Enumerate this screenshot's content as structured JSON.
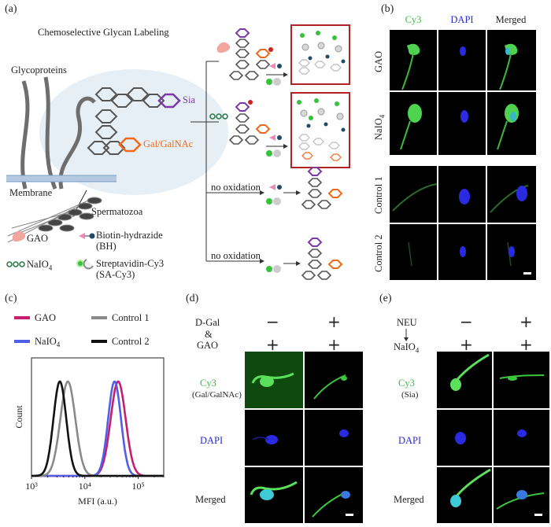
{
  "panel_labels": {
    "a": "(a)",
    "b": "(b)",
    "c": "(c)",
    "d": "(d)",
    "e": "(e)"
  },
  "panel_a": {
    "title": "Chemoselective Glycan Labeling",
    "glycoproteins": "Glycoproteins",
    "membrane": "Membrane",
    "spermatozoa": "Spermatozoa",
    "sia": "Sia",
    "gal_galnac": "Gal/GalNAc",
    "no_oxidation_1": "no oxidation",
    "no_oxidation_2": "no oxidation",
    "legend": {
      "gao": "GAO",
      "naio4": "NaIO",
      "naio4_sub": "4",
      "bh_line1": "Biotin-hydrazide",
      "bh_line2": "(BH)",
      "sa_line1": "Streptavidin-Cy3",
      "sa_line2": "(SA-Cy3)"
    },
    "colors": {
      "sia": "#7a3aa8",
      "gal": "#ee6a1a",
      "gao": "#f2a6a0",
      "naio4": "#2e7d4a",
      "cy3": "#36c23a"
    }
  },
  "panel_b": {
    "columns": [
      "Cy3",
      "DAPI",
      "Merged"
    ],
    "rows": [
      "GAO",
      "NaIO4",
      "Control 1",
      "Control 2"
    ],
    "row_naio4_main": "NaIO",
    "row_naio4_sub": "4"
  },
  "panel_d": {
    "cond_top": "D-Gal",
    "cond_amp": "&",
    "cond_bottom": "GAO",
    "signs_top": [
      "−",
      "+"
    ],
    "signs_bottom": [
      "+",
      "+"
    ],
    "rows": [
      "Cy3",
      "(Gal/GalNAc)",
      "DAPI",
      "Merged"
    ]
  },
  "panel_e": {
    "cond_top": "NEU",
    "cond_bottom": "NaIO",
    "cond_bottom_sub": "4",
    "signs_top": [
      "−",
      "+"
    ],
    "signs_bottom": [
      "+",
      "+"
    ],
    "rows": [
      "Cy3",
      "(Sia)",
      "DAPI",
      "Merged"
    ]
  },
  "chart_data": {
    "type": "line",
    "xlabel": "MFI (a.u.)",
    "ylabel": "Count",
    "xscale": "log",
    "xlim": [
      1000,
      300000
    ],
    "x_ticks": [
      "10³",
      "10⁴",
      "10⁵"
    ],
    "legend": [
      "GAO",
      "Control 1",
      "NaIO4",
      "Control 2"
    ],
    "legend_display": {
      "gao": "GAO",
      "control1": "Control 1",
      "naio4": "NaIO",
      "naio4_sub": "4",
      "control2": "Control 2"
    },
    "series": [
      {
        "name": "GAO",
        "color": "#c81e6e",
        "peak_mfi": 42000,
        "log_sd": 0.14
      },
      {
        "name": "NaIO4",
        "color": "#5060e6",
        "peak_mfi": 36000,
        "log_sd": 0.12
      },
      {
        "name": "Control 1",
        "color": "#8a8a8a",
        "peak_mfi": 4800,
        "log_sd": 0.14
      },
      {
        "name": "Control 2",
        "color": "#111111",
        "peak_mfi": 3400,
        "log_sd": 0.12
      }
    ]
  }
}
